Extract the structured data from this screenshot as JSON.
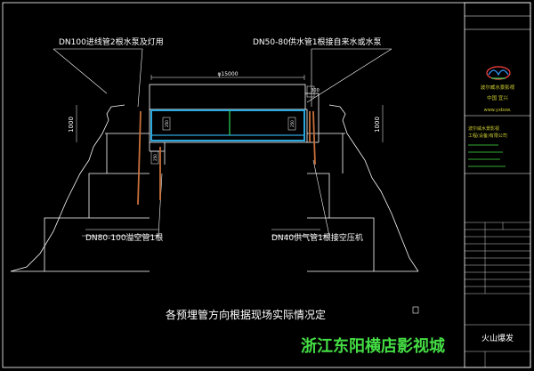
{
  "labels": {
    "top_left": "DN100进线管2根水泵及灯用",
    "top_right": "DN50-80供水管1根接自来水或水泵",
    "bottom_left": "DN80-100溢空管1根",
    "bottom_right": "DN40供气管1根接空压机",
    "note": "各预埋管方向根据现场实际情况定",
    "footer": "浙江东阳横店影视城"
  },
  "dims": {
    "width_main": "φ15000",
    "height_left": "1000",
    "height_right": "1000",
    "d_left_upper": "250",
    "d_left_lower": "250",
    "d_right_upper": "300",
    "d_right_lower": "250"
  },
  "title_block": {
    "company_line1": "波尔威水景影视",
    "company_line2": "中国   宜兴",
    "website": "www.yxbow.",
    "company_line3": "波尔威水景影视",
    "company_line4": "工程(设备)有限公司",
    "drawing_title": "火山爆发"
  },
  "colors": {
    "background": "#000000",
    "line": "#ffffff",
    "water": "#29a8e0",
    "pipe": "#c8703a",
    "accent_green": "#2bd95a",
    "footer_text": "#44dd44"
  }
}
